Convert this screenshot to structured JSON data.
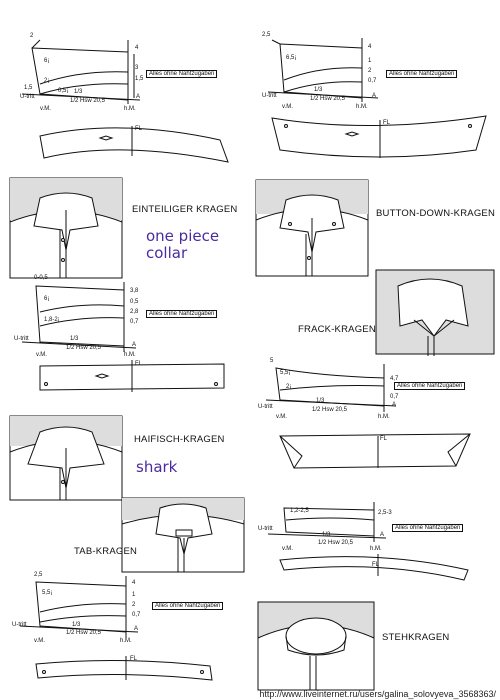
{
  "note": "Alles ohne Nahtzugaben",
  "labels": {
    "einteiliger": "EINTEILIGER KRAGEN",
    "button_down": "BUTTON-DOWN-KRAGEN",
    "frack": "FRACK-KRAGEN",
    "haifisch": "HAIFISCH-KRAGEN",
    "tab": "TAB-KRAGEN",
    "steh": "STEHKRAGEN"
  },
  "handwritten": {
    "one_piece_1": "one piece",
    "one_piece_2": "collar",
    "shark": "shark"
  },
  "draft_text": {
    "u_tritt": "U-tritt",
    "vm": "v.M.",
    "hm": "h.M.",
    "hsw": "1/2 Hsw 20,5",
    "third": "1/3",
    "fl": "FL",
    "a": "A",
    "d1_top": "2",
    "d1_h": "6¡",
    "d1_r1": "4",
    "d1_r2": "3",
    "d1_r3": "1,5",
    "d1_b": "2¡",
    "d1_c": "0,5¡",
    "d1_l": "1,5",
    "d2_top": "2,5",
    "d2_h": "6,5¡",
    "d2_r1": "4",
    "d2_r2": "1",
    "d2_r3": "2",
    "d2_r4": "0,7",
    "d3_top": "0-0,5",
    "d3_h": "6¡",
    "d3_r1": "3,8",
    "d3_r2": "0,5",
    "d3_r3": "2,8",
    "d3_r4": "0,7",
    "d3_b": "1,8-2¡",
    "d4_top": "5",
    "d4_h": "5,5¡",
    "d4_r1": "4,7",
    "d4_r2": "2¡",
    "d4_r3": "0,7",
    "d5_top": "1,2-2,5",
    "d5_r": "2,5-3",
    "d6_top": "2,5",
    "d6_h": "5,5¡",
    "d6_r1": "4",
    "d6_r2": "1",
    "d6_r3": "2",
    "d6_r4": "0,7"
  },
  "watermark": "http://www.liveinternet.ru/users/galina_solovyeva_3568363/"
}
